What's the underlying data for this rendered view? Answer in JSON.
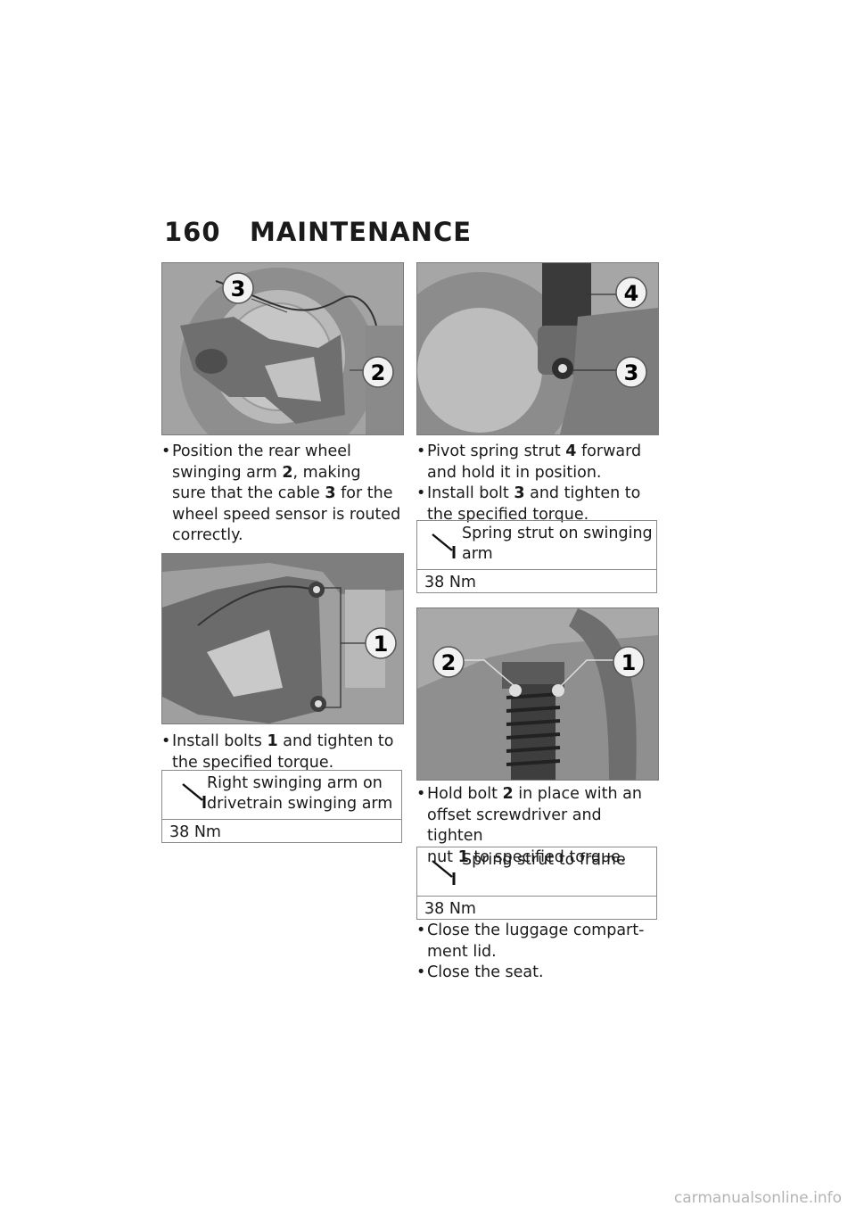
{
  "page": {
    "number": "160",
    "title": "MAINTENANCE"
  },
  "figures": [
    {
      "callouts": [
        "3",
        "2"
      ]
    },
    {
      "callouts": [
        "1"
      ]
    },
    {
      "callouts": [
        "4",
        "3"
      ]
    },
    {
      "callouts": [
        "2",
        "1"
      ]
    }
  ],
  "left_column": {
    "step1": {
      "a": "Position the rear wheel",
      "b_pre": "swinging arm ",
      "b_num": "2",
      "b_post": ", making",
      "c_pre": "sure that the cable ",
      "c_num": "3",
      "c_post": " for the",
      "d": "wheel speed sensor is routed",
      "e": "correctly."
    },
    "step2": {
      "a_pre": "Install bolts ",
      "a_num": "1",
      "a_post": " and tighten to",
      "b": "the specified torque."
    },
    "torque": {
      "label_line1": "Right swinging arm on",
      "label_line2": "drivetrain swinging arm",
      "value": "38 Nm"
    }
  },
  "right_column": {
    "step1": {
      "a_pre": "Pivot spring strut ",
      "a_num": "4",
      "a_post": " forward",
      "b": "and hold it in position."
    },
    "step2": {
      "a_pre": "Install bolt ",
      "a_num": "3",
      "a_post": " and tighten to",
      "b": "the specified torque."
    },
    "torque1": {
      "label_line1": "Spring strut on swinging",
      "label_line2": "arm",
      "value": "38 Nm"
    },
    "step3": {
      "a_pre": "Hold bolt ",
      "a_num": "2",
      "a_post": " in place with an",
      "b": "offset screwdriver and tighten",
      "c_pre": "nut ",
      "c_num": "1",
      "c_post": " to specified torque."
    },
    "torque2": {
      "label_line1": "Spring strut to frame",
      "value": "38 Nm"
    },
    "step4": {
      "a": "Close the luggage compart-",
      "b": "ment lid."
    },
    "step5": {
      "a": "Close the seat."
    }
  },
  "footer": {
    "watermark": "carmanualsonline.info"
  },
  "icons": {
    "torque": "torque-wrench-icon",
    "bullet": "bullet-dot-icon"
  }
}
